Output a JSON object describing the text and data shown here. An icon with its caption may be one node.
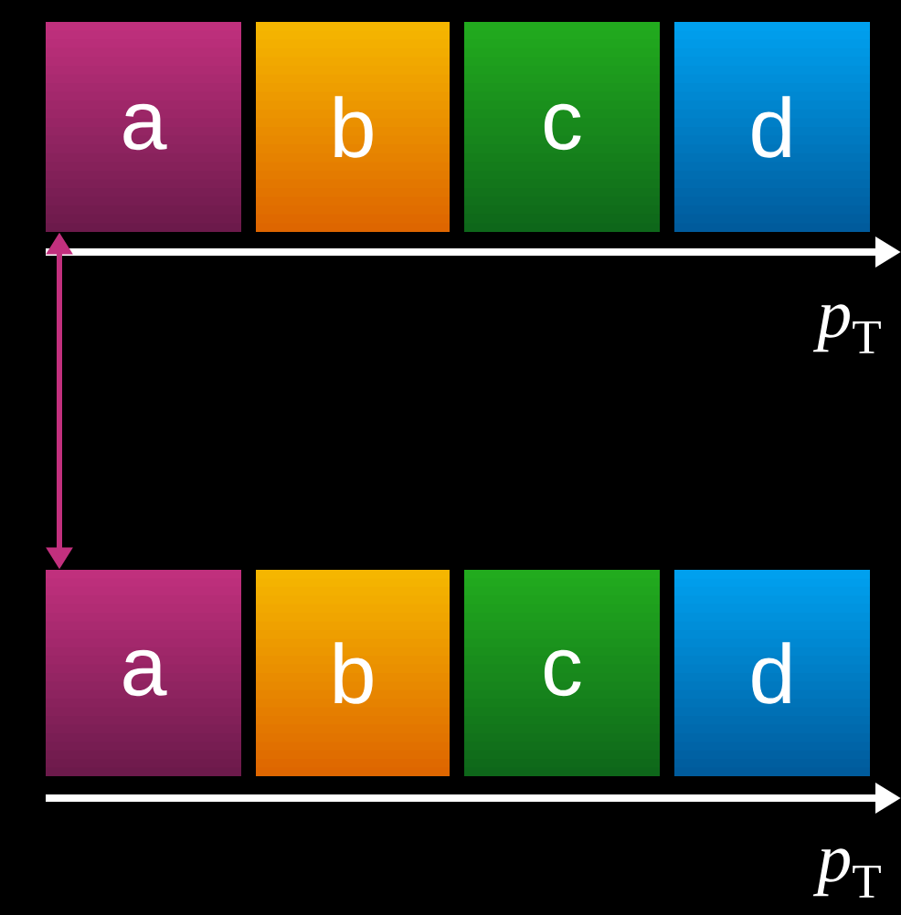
{
  "diagram": {
    "nodes": [
      {
        "text": [
          "a"
        ]
      },
      {
        "text": [
          "b"
        ]
      },
      {
        "text": [
          "c"
        ]
      },
      {
        "text": [
          "d"
        ]
      },
      {
        "text": [
          "a"
        ]
      },
      {
        "text": [
          "b"
        ]
      },
      {
        "text": [
          "c"
        ]
      },
      {
        "text": [
          "d"
        ]
      }
    ],
    "edges": [
      {
        "from": 0,
        "to": 4,
        "arrow": "both",
        "color": "#c2307e"
      }
    ],
    "labels": [
      "*p*$_{T}$",
      "*p*$_{T}$"
    ]
  }
}
